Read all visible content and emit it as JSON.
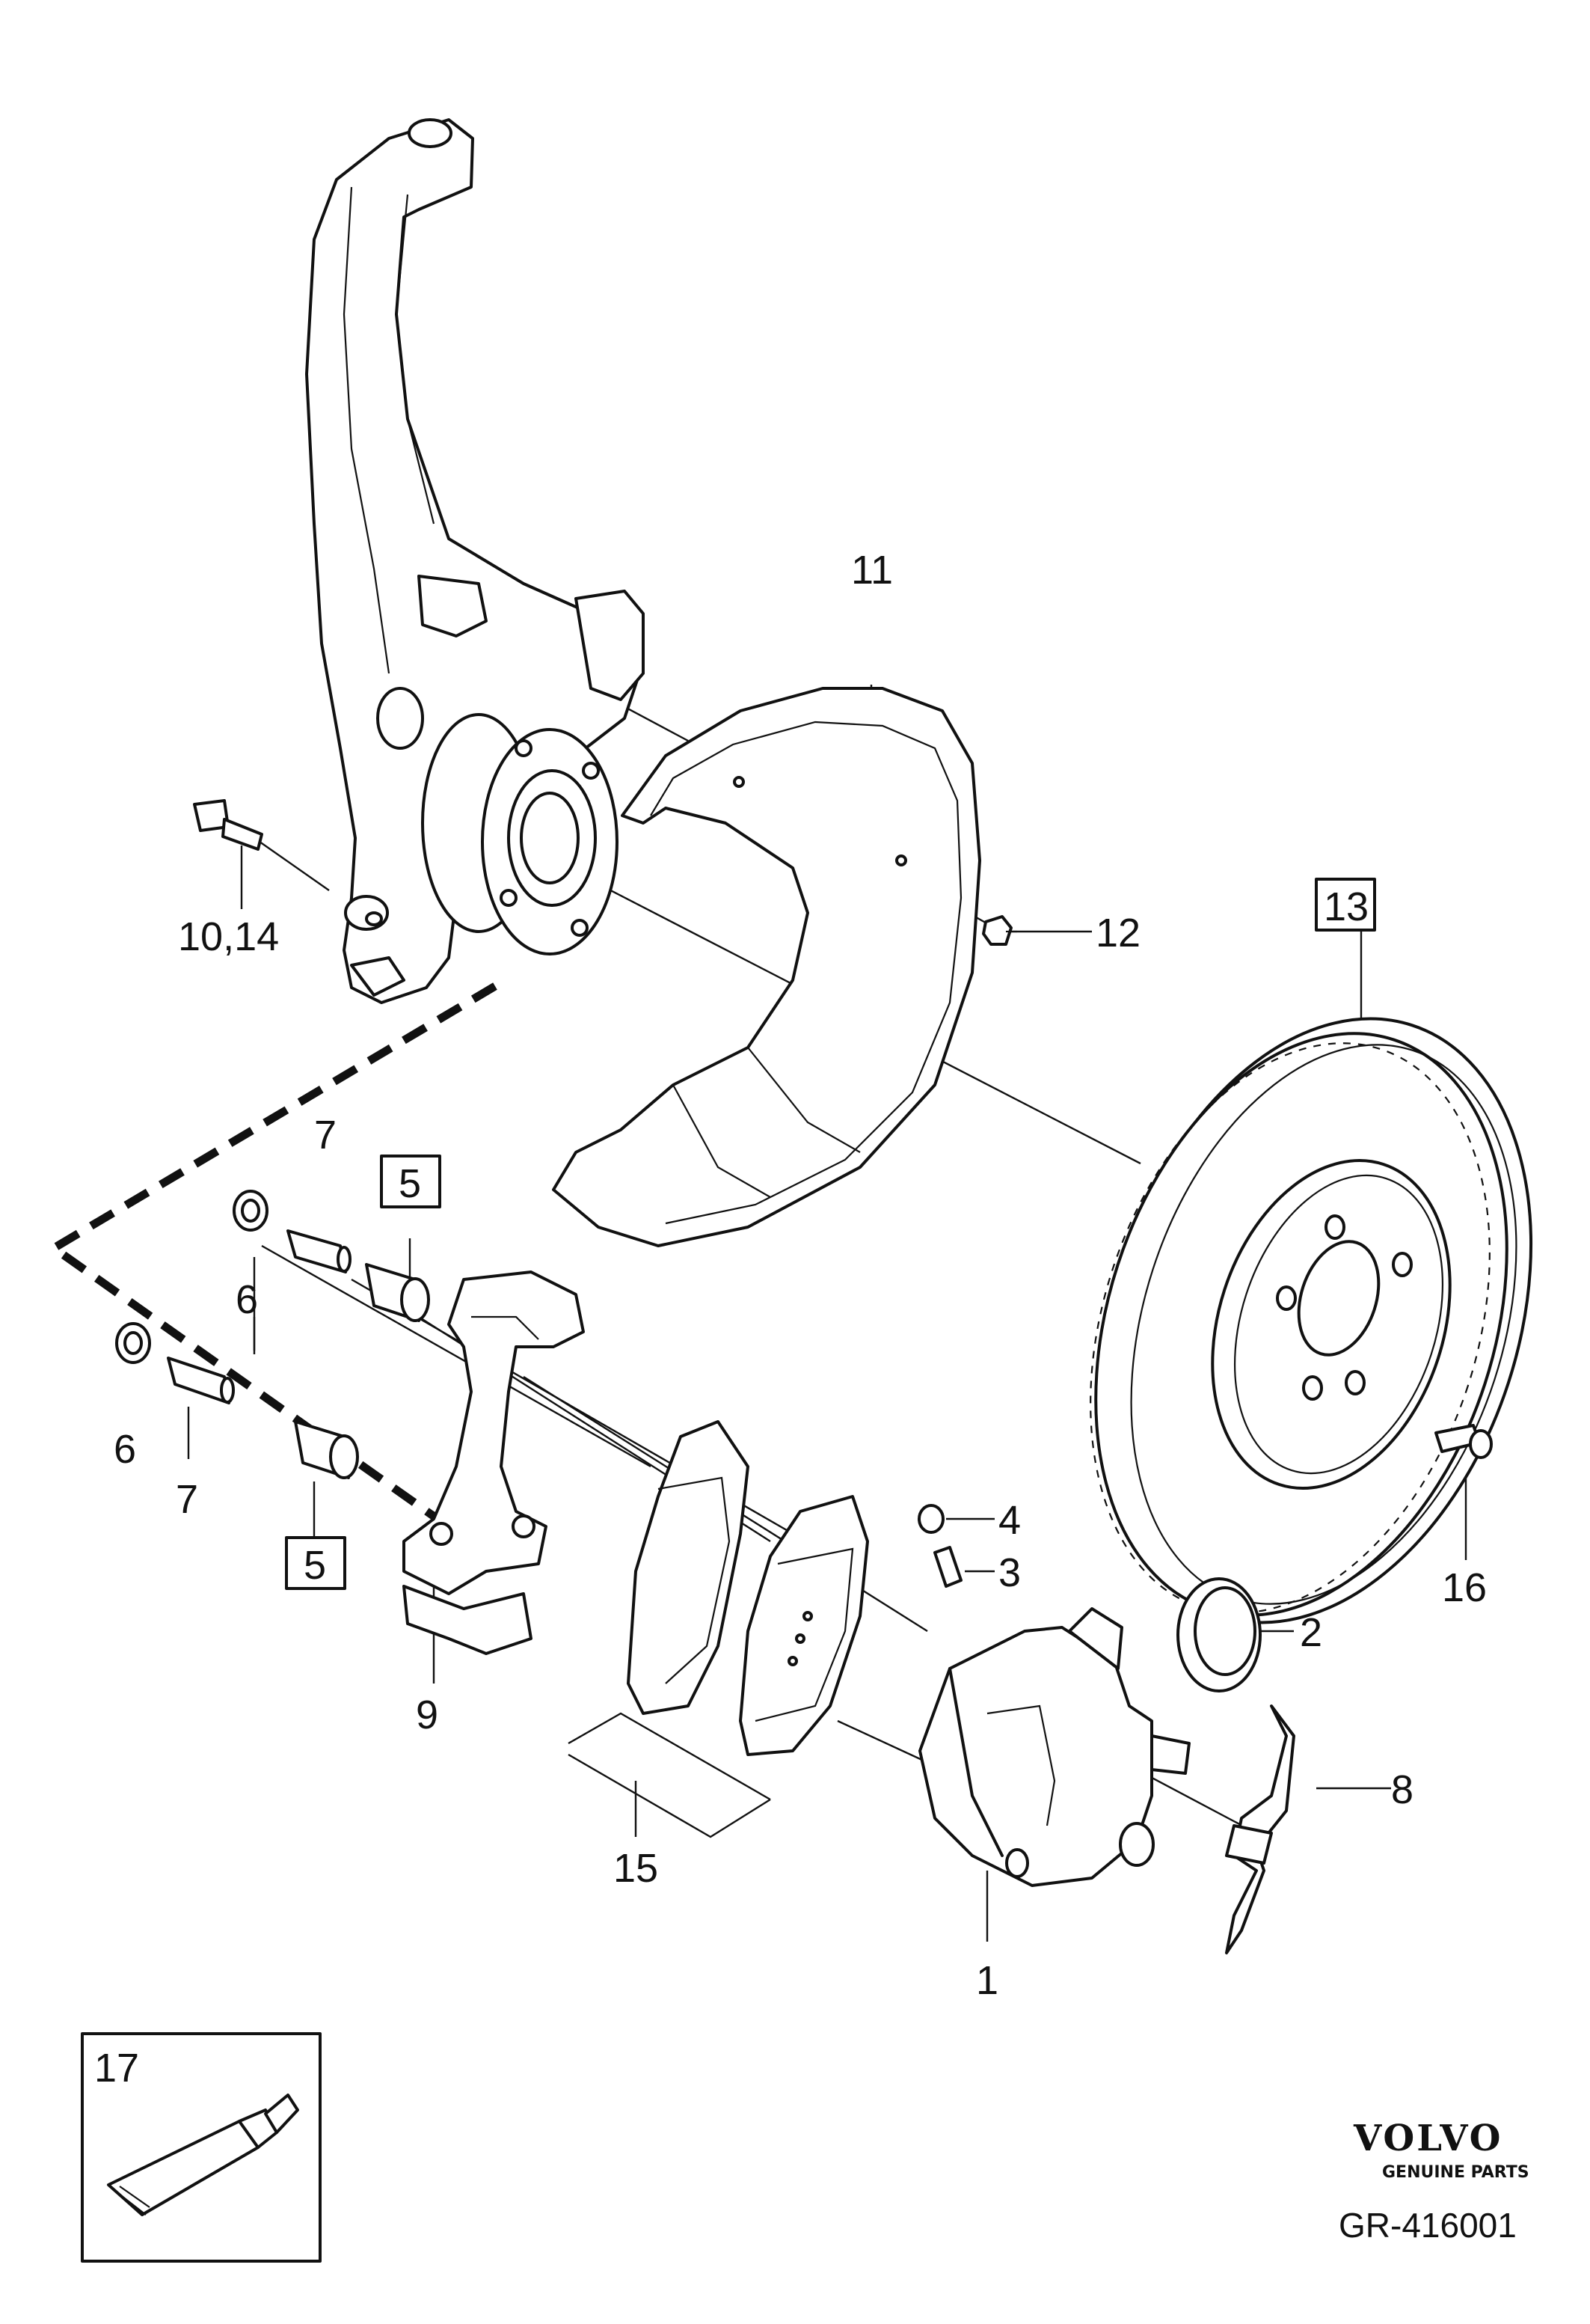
{
  "diagram": {
    "callouts": {
      "c1": "1",
      "c2": "2",
      "c3": "3",
      "c4": "4",
      "c5a": "5",
      "c5b": "5",
      "c6a": "6",
      "c6b": "6",
      "c7a": "7",
      "c7b": "7",
      "c8": "8",
      "c9": "9",
      "c10_14": "10,14",
      "c11": "11",
      "c12": "12",
      "c13": "13",
      "c15": "15",
      "c16": "16",
      "c17": "17"
    },
    "boxed_callouts": [
      "5",
      "13"
    ],
    "icons": [
      "steering-knuckle",
      "wheel-hub",
      "splash-shield",
      "brake-disc",
      "caliper-carrier",
      "brake-pad",
      "brake-caliper",
      "piston-seal",
      "bleeder-screw",
      "dust-cap",
      "guide-pin",
      "guide-sleeve",
      "anti-rattle-spring",
      "bolt",
      "grease-tube"
    ]
  },
  "footer": {
    "brand": "VOLVO",
    "brand_sub": "GENUINE PARTS",
    "code": "GR-416001"
  }
}
